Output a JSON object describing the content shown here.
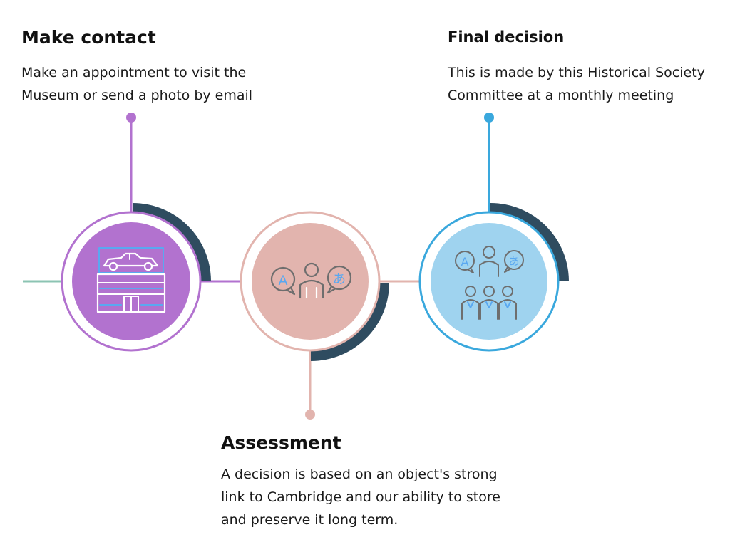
{
  "steps": [
    {
      "title": "Make contact",
      "description": "Make an appointment to visit the Museum or send a photo by email",
      "icon": "vintage-car-on-display-icon",
      "accent": "#b272cf"
    },
    {
      "title": "Final decision",
      "description": "This is made by this Historical Society Committee at a monthly meeting",
      "icon": "committee-translation-icon",
      "accent": "#3aa8dd"
    },
    {
      "title": "Assessment",
      "description": "A decision is based on an object's strong link to Cambridge and our ability to store and preserve it long term.",
      "icon": "conversation-translation-icon",
      "accent": "#e2b4ae"
    }
  ],
  "colors": {
    "purple": "#b272cf",
    "pink": "#e2b4ae",
    "blue": "#3aa8dd",
    "light_blue_fill": "#9fd3ef",
    "dark_arc": "#2f4c60",
    "teal_line": "#8cc4b3"
  }
}
